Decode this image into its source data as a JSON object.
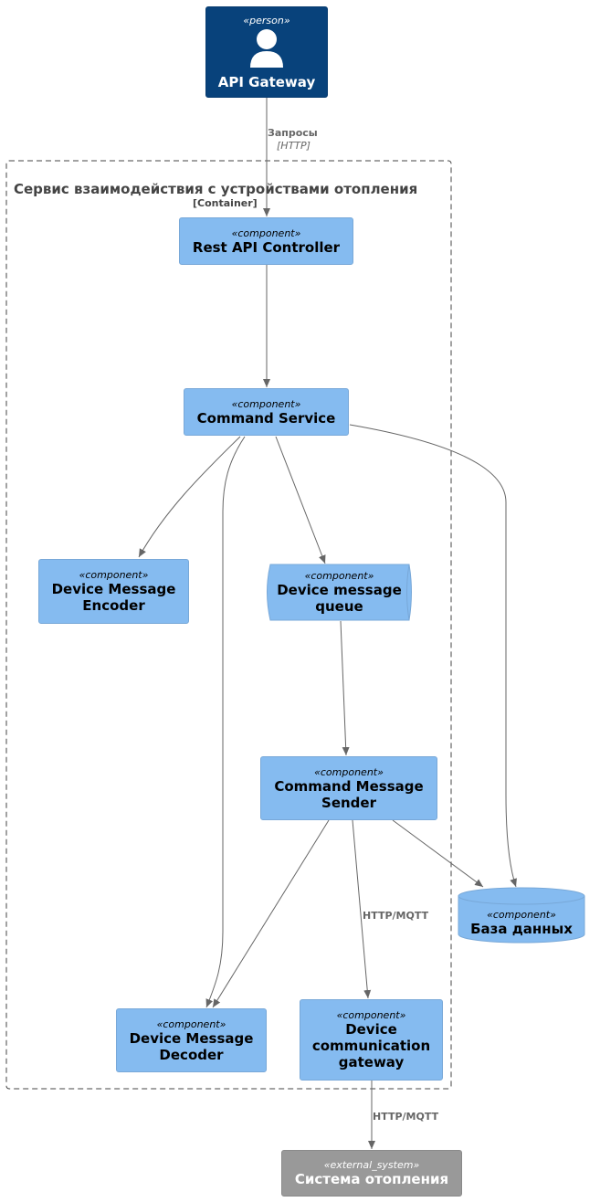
{
  "person": {
    "stereotype": "«person»",
    "title": "API Gateway"
  },
  "boundary": {
    "title": "Сервис взаимодействия с устройствами отопления",
    "type": "[Container]"
  },
  "components": {
    "rest_api": {
      "stereotype": "«component»",
      "title": "Rest API Controller"
    },
    "command_service": {
      "stereotype": "«component»",
      "title": "Command Service"
    },
    "encoder": {
      "stereotype": "«component»",
      "title_line1": "Device Message",
      "title_line2": "Encoder"
    },
    "queue": {
      "stereotype": "«component»",
      "title_line1": "Device message",
      "title_line2": "queue"
    },
    "sender": {
      "stereotype": "«component»",
      "title_line1": "Command Message",
      "title_line2": "Sender"
    },
    "database": {
      "stereotype": "«component»",
      "title": "База данных"
    },
    "decoder": {
      "stereotype": "«component»",
      "title_line1": "Device Message",
      "title_line2": "Decoder"
    },
    "comm_gateway": {
      "stereotype": "«component»",
      "title_line1": "Device",
      "title_line2": "communication",
      "title_line3": "gateway"
    }
  },
  "external": {
    "stereotype": "«external_system»",
    "title": "Система отопления"
  },
  "edges": {
    "gateway_to_rest": {
      "label": "Запросы",
      "tech": "[HTTP]"
    },
    "sender_to_comm": {
      "label": "HTTP/MQTT"
    },
    "comm_to_external": {
      "label": "HTTP/MQTT"
    }
  },
  "colors": {
    "component_fill": "#85bbf0",
    "person_fill": "#08427b",
    "external_fill": "#999999",
    "edge": "#666666"
  }
}
